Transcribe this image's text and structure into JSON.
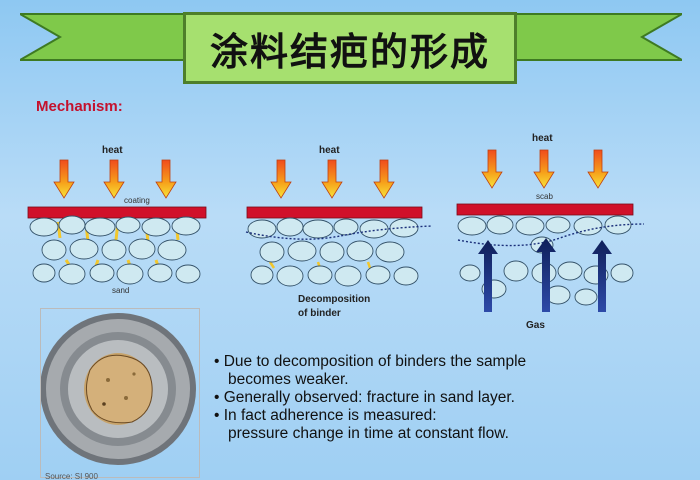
{
  "title": "涂料结疤的形成",
  "mechanism_label": "Mechanism:",
  "diagram1": {
    "heat": "heat",
    "coating": "coating",
    "sand": "sand"
  },
  "diagram2": {
    "heat": "heat",
    "caption_line1": "Decomposition",
    "caption_line2": "of binder"
  },
  "diagram3": {
    "heat": "heat",
    "scab": "scab",
    "gas": "Gas"
  },
  "photo_caption": "Source: SI 900",
  "bullets": [
    "• Due to decomposition of binders the sample",
    "becomes weaker.",
    "• Generally observed: fracture in sand layer.",
    "• In fact adherence is measured:",
    "pressure change in time at constant flow."
  ],
  "colors": {
    "banner": "#a6e06f",
    "ribbon": "#7fc94a",
    "bar": "#d0102a",
    "mechanism": "#c4112d",
    "sand_grain": "#cfe9f1",
    "binder": "#f2c72c",
    "gas_arrow": "#1a2f7a"
  }
}
